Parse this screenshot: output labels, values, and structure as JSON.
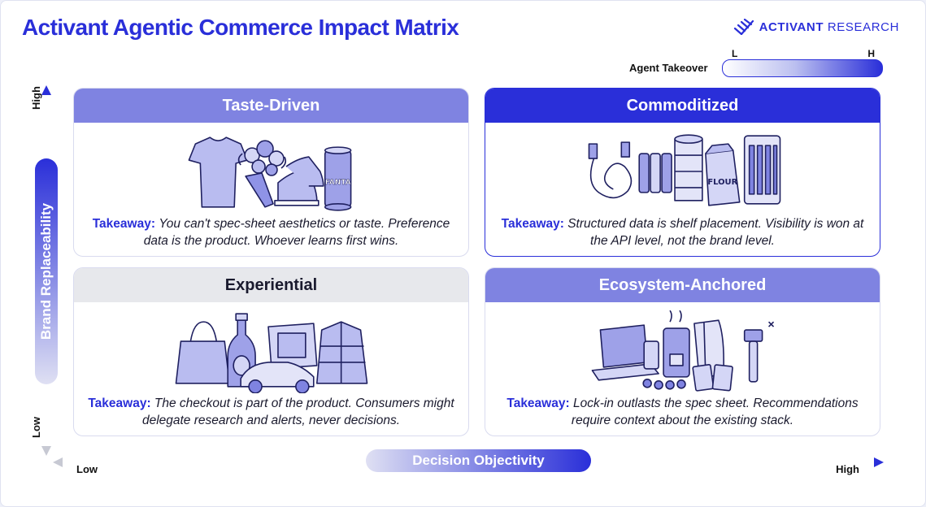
{
  "header": {
    "title": "Activant Agentic Commerce Impact Matrix",
    "brand_bold": "ACTIVANT",
    "brand_regular": " RESEARCH"
  },
  "legend": {
    "label": "Agent Takeover",
    "low": "L",
    "high": "H"
  },
  "y_axis": {
    "label": "Brand Replaceability",
    "high": "High",
    "low": "Low"
  },
  "x_axis": {
    "label": "Decision Objectivity",
    "low": "Low",
    "high": "High"
  },
  "quadrants": [
    {
      "title": "Taste-Driven",
      "takeaway_label": "Takeaway:",
      "takeaway": "You can't spec-sheet aesthetics or taste. Preference data is the product. Whoever learns first wins.",
      "can_text": "FANTA"
    },
    {
      "title": "Commoditized",
      "takeaway_label": "Takeaway:",
      "takeaway": "Structured data is shelf placement. Visibility is won at the API level, not the brand level.",
      "bag_text": "FLOUR"
    },
    {
      "title": "Experiential",
      "takeaway_label": "Takeaway:",
      "takeaway": "The checkout is part of the product. Consumers might delegate research and alerts, never decisions."
    },
    {
      "title": "Ecosystem-Anchored",
      "takeaway_label": "Takeaway:",
      "takeaway": "Lock-in outlasts the spec sheet. Recommendations require context about the existing stack."
    }
  ],
  "colors": {
    "brand_blue": "#2a2fd9",
    "mid_blue": "#7f83e1",
    "light_gray": "#e7e8ec",
    "illustration_fill": "#b9bcf0"
  }
}
